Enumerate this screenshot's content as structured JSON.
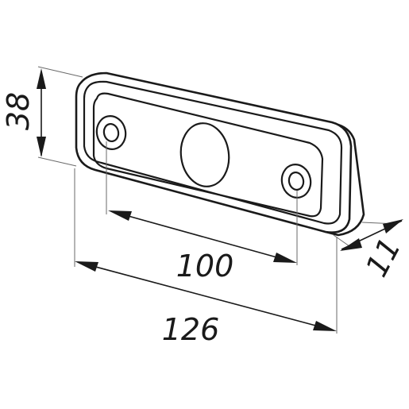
{
  "drawing": {
    "dimensions": {
      "height": "38",
      "depth": "11",
      "hole_spacing": "100",
      "total_length": "126"
    },
    "colors": {
      "line": "#1a1a1a",
      "extension_line": "#6a6a6a",
      "background": "#ffffff"
    }
  }
}
